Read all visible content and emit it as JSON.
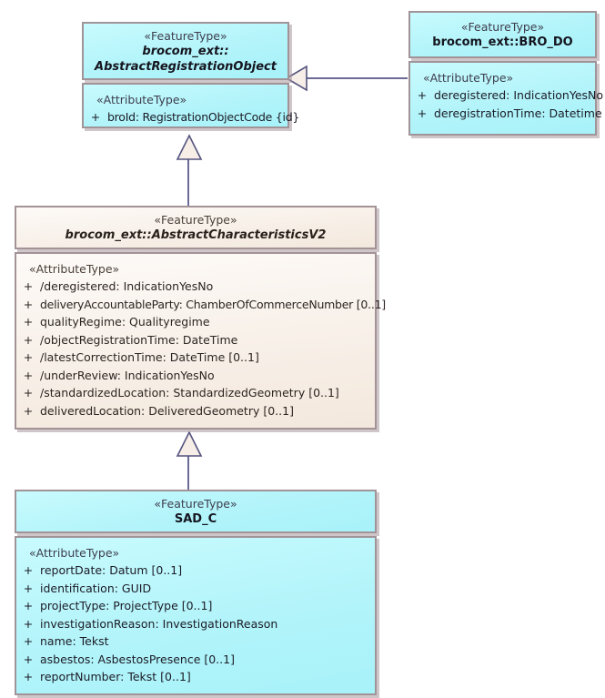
{
  "diagram": {
    "type": "uml-class-diagram",
    "background_color": "#ffffff",
    "classes": [
      {
        "id": "abstract-registration-object",
        "stereotype": "«FeatureType»",
        "name_line1": "brocom_ext::",
        "name_line2": "AbstractRegistrationObject",
        "is_abstract": true,
        "fill_color": "#b8f6fb",
        "border_color": "#a09498",
        "attribute_stereotype": "«AttributeType»",
        "attributes": [
          {
            "visibility": "+",
            "text": "broId: RegistrationObjectCode {id}"
          }
        ]
      },
      {
        "id": "bro-do",
        "stereotype": "«FeatureType»",
        "name_line1": "brocom_ext::BRO_DO",
        "is_abstract": false,
        "fill_color": "#b8f6fb",
        "border_color": "#a09498",
        "attribute_stereotype": "«AttributeType»",
        "attributes": [
          {
            "visibility": "+",
            "text": "deregistered: IndicationYesNo"
          },
          {
            "visibility": "+",
            "text": "deregistrationTime: Datetime"
          }
        ]
      },
      {
        "id": "abstract-characteristics-v2",
        "stereotype": "«FeatureType»",
        "name_line1": "brocom_ext::AbstractCharacteristicsV2",
        "is_abstract": true,
        "fill_color": "#f7efe7",
        "border_color": "#a39396",
        "attribute_stereotype": "«AttributeType»",
        "attributes": [
          {
            "visibility": "+",
            "text": "/deregistered: IndicationYesNo"
          },
          {
            "visibility": "+",
            "text": "deliveryAccountableParty: ChamberOfCommerceNumber [0..1]"
          },
          {
            "visibility": "+",
            "text": "qualityRegime: Qualityregime"
          },
          {
            "visibility": "+",
            "text": "/objectRegistrationTime: DateTime"
          },
          {
            "visibility": "+",
            "text": "/latestCorrectionTime: DateTime [0..1]"
          },
          {
            "visibility": "+",
            "text": "/underReview: IndicationYesNo"
          },
          {
            "visibility": "+",
            "text": "/standardizedLocation: StandardizedGeometry [0..1]"
          },
          {
            "visibility": "+",
            "text": "deliveredLocation: DeliveredGeometry [0..1]"
          }
        ]
      },
      {
        "id": "sad-c",
        "stereotype": "«FeatureType»",
        "name_line1": "SAD_C",
        "is_abstract": false,
        "fill_color": "#b8f6fb",
        "border_color": "#a09498",
        "attribute_stereotype": "«AttributeType»",
        "attributes": [
          {
            "visibility": "+",
            "text": "reportDate: Datum [0..1]"
          },
          {
            "visibility": "+",
            "text": "identification: GUID"
          },
          {
            "visibility": "+",
            "text": "projectType: ProjectType [0..1]"
          },
          {
            "visibility": "+",
            "text": "investigationReason: InvestigationReason"
          },
          {
            "visibility": "+",
            "text": "name: Tekst"
          },
          {
            "visibility": "+",
            "text": "asbestos: AsbestosPresence [0..1]"
          },
          {
            "visibility": "+",
            "text": "reportNumber: Tekst [0..1]"
          }
        ]
      }
    ],
    "relationships": [
      {
        "id": "gen-brodo-to-aro",
        "type": "generalization",
        "source": "brocom_ext::BRO_DO",
        "target": "brocom_ext::AbstractRegistrationObject",
        "line_color": "#6b6b96",
        "arrow_fill": "#f7eee8"
      },
      {
        "id": "gen-acv2-to-aro",
        "type": "generalization",
        "source": "brocom_ext::AbstractCharacteristicsV2",
        "target": "brocom_ext::AbstractRegistrationObject",
        "line_color": "#6b6b96",
        "arrow_fill": "#f7eee8"
      },
      {
        "id": "gen-sadc-to-acv2",
        "type": "generalization",
        "source": "SAD_C",
        "target": "brocom_ext::AbstractCharacteristicsV2",
        "line_color": "#6b6b96",
        "arrow_fill": "#f7eee8"
      }
    ]
  }
}
